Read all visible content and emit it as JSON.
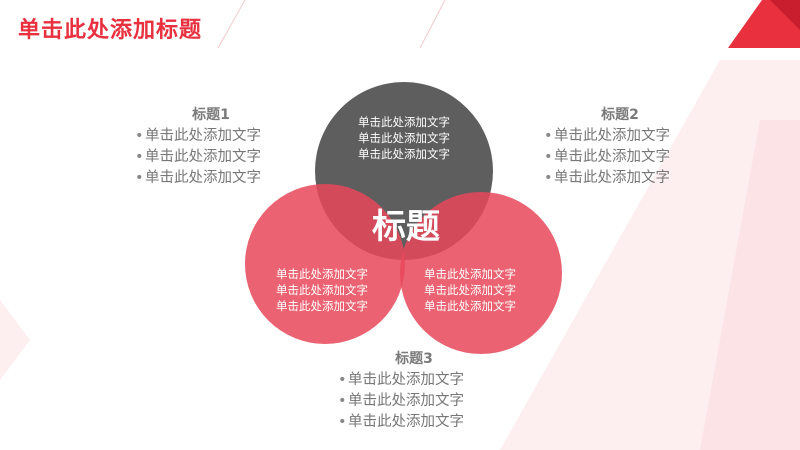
{
  "page": {
    "title": "单击此处添加标题"
  },
  "diagram": {
    "center_label": "标题",
    "circles": [
      {
        "id": "top",
        "lines": [
          "单击此处添加文字",
          "单击此处添加文字",
          "单击此处添加文字"
        ],
        "color": "#5e5e5e"
      },
      {
        "id": "left",
        "lines": [
          "单击此处添加文字",
          "单击此处添加文字",
          "单击此处添加文字"
        ],
        "color": "#e8485a"
      },
      {
        "id": "right",
        "lines": [
          "单击此处添加文字",
          "单击此处添加文字",
          "单击此处添加文字"
        ],
        "color": "#e8485a"
      }
    ]
  },
  "blocks": [
    {
      "heading": "标题1",
      "bullets": [
        "单击此处添加文字",
        "单击此处添加文字",
        "单击此处添加文字"
      ]
    },
    {
      "heading": "标题2",
      "bullets": [
        "单击此处添加文字",
        "单击此处添加文字",
        "单击此处添加文字"
      ]
    },
    {
      "heading": "标题3",
      "bullets": [
        "单击此处添加文字",
        "单击此处添加文字",
        "单击此处添加文字"
      ]
    }
  ],
  "colors": {
    "accent": "#e8303f",
    "dark": "#5e5e5e",
    "pink": "#e8485a"
  }
}
